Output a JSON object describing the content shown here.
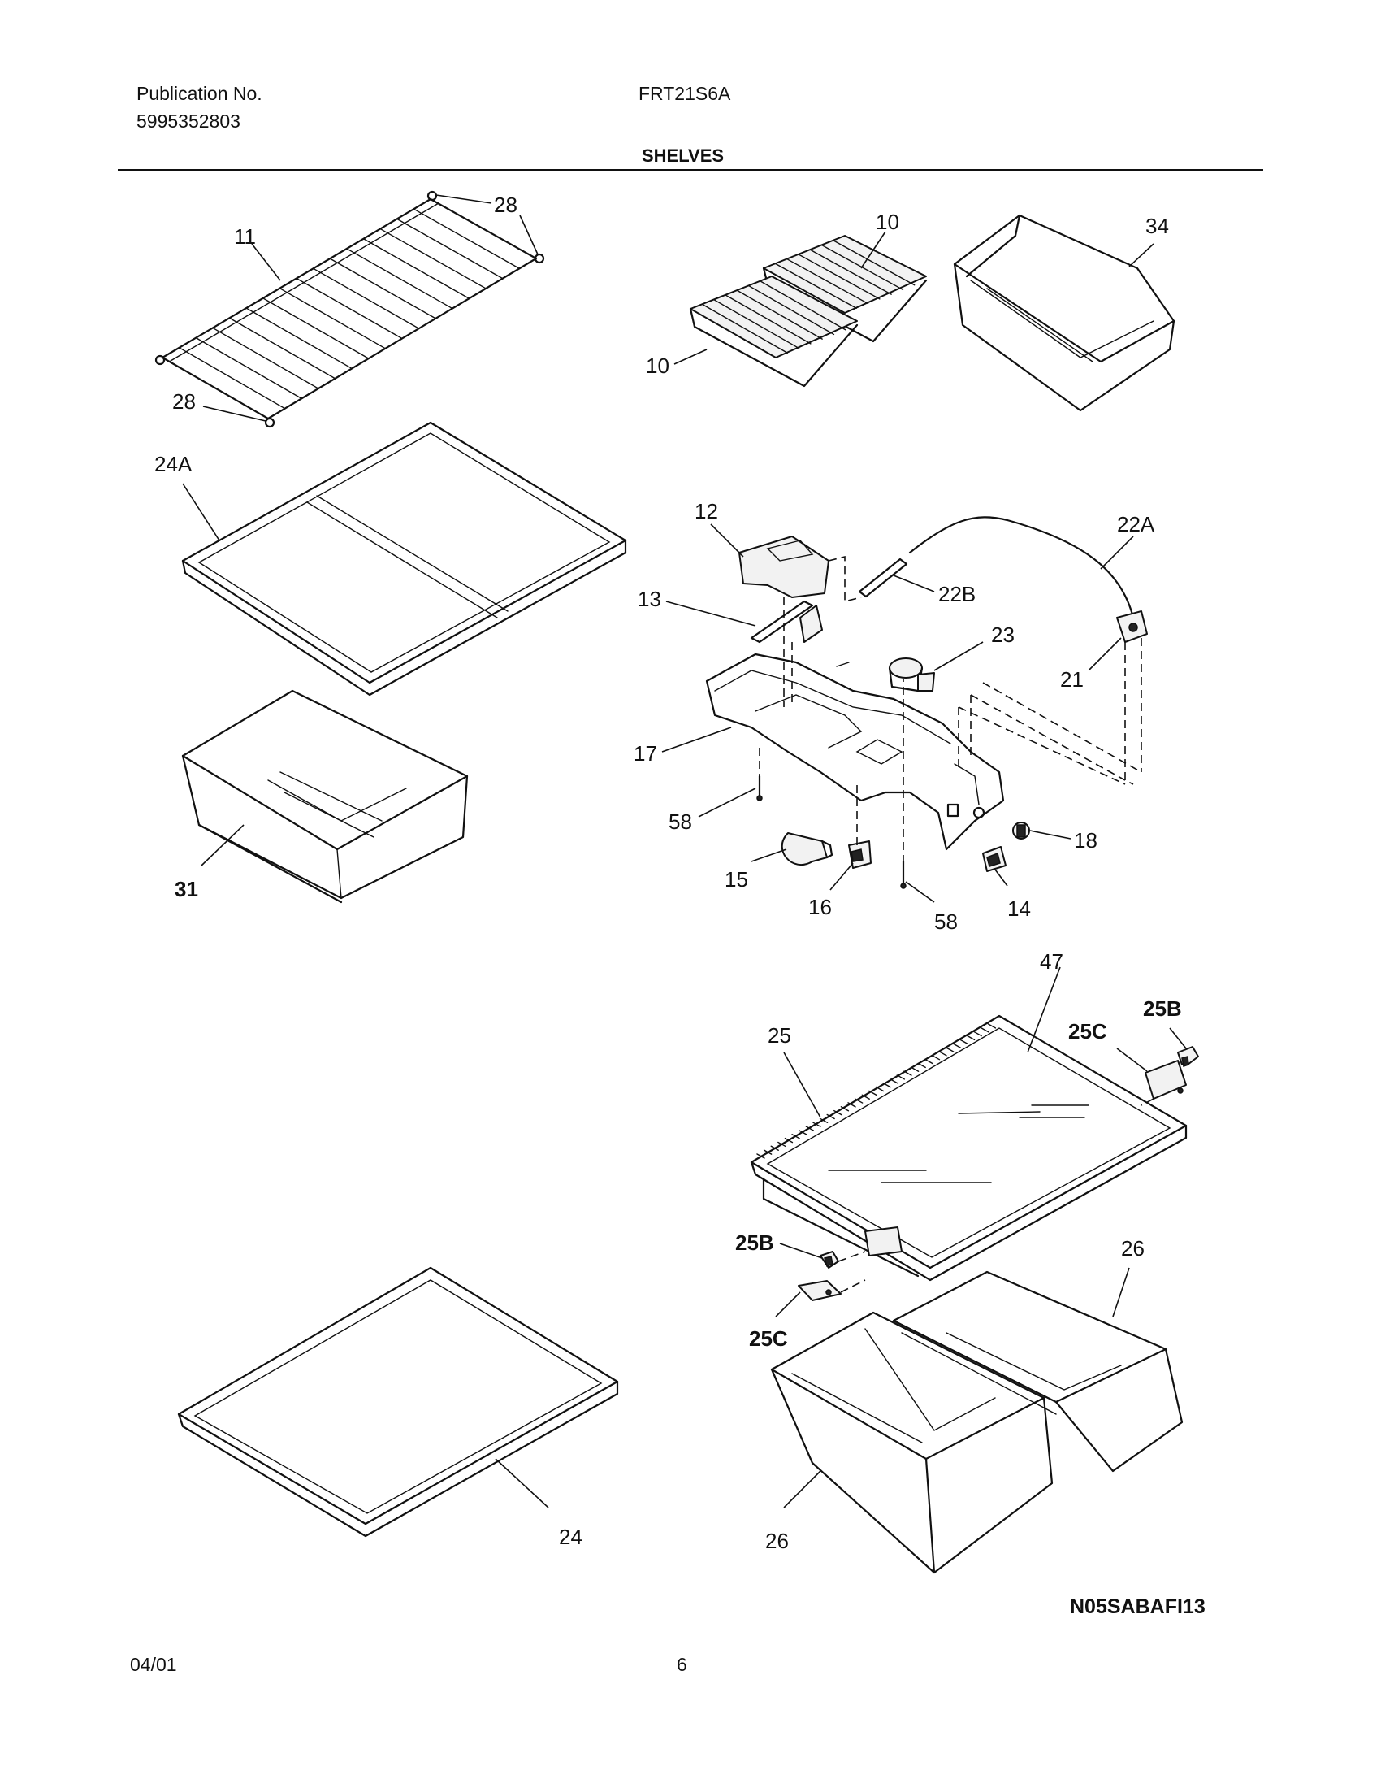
{
  "header": {
    "publication_label": "Publication No.",
    "publication_number": "5995352803",
    "model": "FRT21S6A",
    "section_title": "SHELVES"
  },
  "callouts": {
    "c11": "11",
    "c28a": "28",
    "c28b": "28",
    "c10a": "10",
    "c10b": "10",
    "c34": "34",
    "c24a": "24A",
    "c12": "12",
    "c22a": "22A",
    "c13": "13",
    "c22b": "22B",
    "c23": "23",
    "c21": "21",
    "c17": "17",
    "c58a": "58",
    "c15": "15",
    "c16": "16",
    "c58b": "58",
    "c14": "14",
    "c18": "18",
    "c31": "31",
    "c47": "47",
    "c25": "25",
    "c25c_top": "25C",
    "c25b_top": "25B",
    "c25b_bot": "25B",
    "c25c_bot": "25C",
    "c26_top": "26",
    "c26_bot": "26",
    "c24": "24"
  },
  "figure_code": "N05SABAFI13",
  "footer": {
    "date": "04/01",
    "page": "6"
  }
}
